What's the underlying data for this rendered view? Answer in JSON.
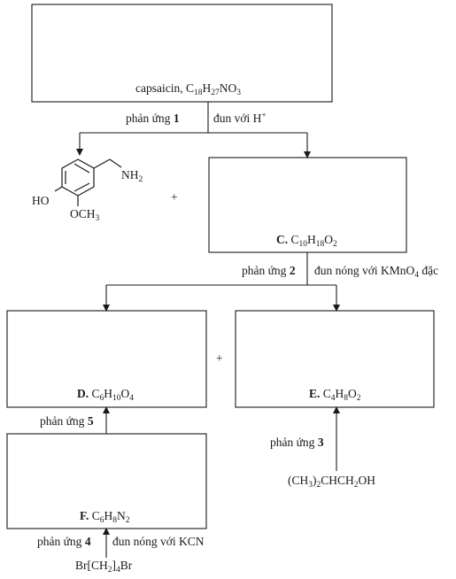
{
  "capsaicin": {
    "name": "capsaicin, ",
    "c": "C",
    "c_n": "18",
    "h": "H",
    "h_n": "27",
    "rest": "NO",
    "rest_n": "3"
  },
  "step1": {
    "prefix": "phản ứng ",
    "num": "1",
    "cond": "đun với H",
    "cond_sup": "+"
  },
  "amine": {
    "nh2": "NH",
    "nh2_n": "2",
    "ho": "HO",
    "och3": "OCH",
    "och3_n": "3"
  },
  "plus": "+",
  "C": {
    "letter": "C.",
    "f1": " C",
    "n1": "10",
    "f2": "H",
    "n2": "18",
    "f3": "O",
    "n3": "2"
  },
  "step2": {
    "prefix": "phản ứng ",
    "num": "2",
    "cond": "đun nóng với KMnO",
    "cond_n": "4",
    "cond_end": " đặc"
  },
  "D": {
    "letter": "D.",
    "f1": " C",
    "n1": "6",
    "f2": "H",
    "n2": "10",
    "f3": "O",
    "n3": "4"
  },
  "E": {
    "letter": "E.",
    "f1": " C",
    "n1": "4",
    "f2": "H",
    "n2": "8",
    "f3": "O",
    "n3": "2"
  },
  "step5": {
    "prefix": "phản ứng ",
    "num": "5"
  },
  "step3": {
    "prefix": "phản ứng ",
    "num": "3"
  },
  "alcohol": {
    "a": "(CH",
    "a_n": "3",
    "b": ")",
    "b_n": "2",
    "c": "CHCH",
    "c_n": "2",
    "d": "OH"
  },
  "F": {
    "letter": "F.",
    "f1": " C",
    "n1": "6",
    "f2": "H",
    "n2": "8",
    "f3": "N",
    "n3": "2"
  },
  "step4": {
    "prefix": "phản ứng ",
    "num": "4",
    "cond": "đun nóng với KCN"
  },
  "dibromide": {
    "a": "Br[CH",
    "a_n": "2",
    "b": "]",
    "b_n": "4",
    "c": "Br"
  }
}
